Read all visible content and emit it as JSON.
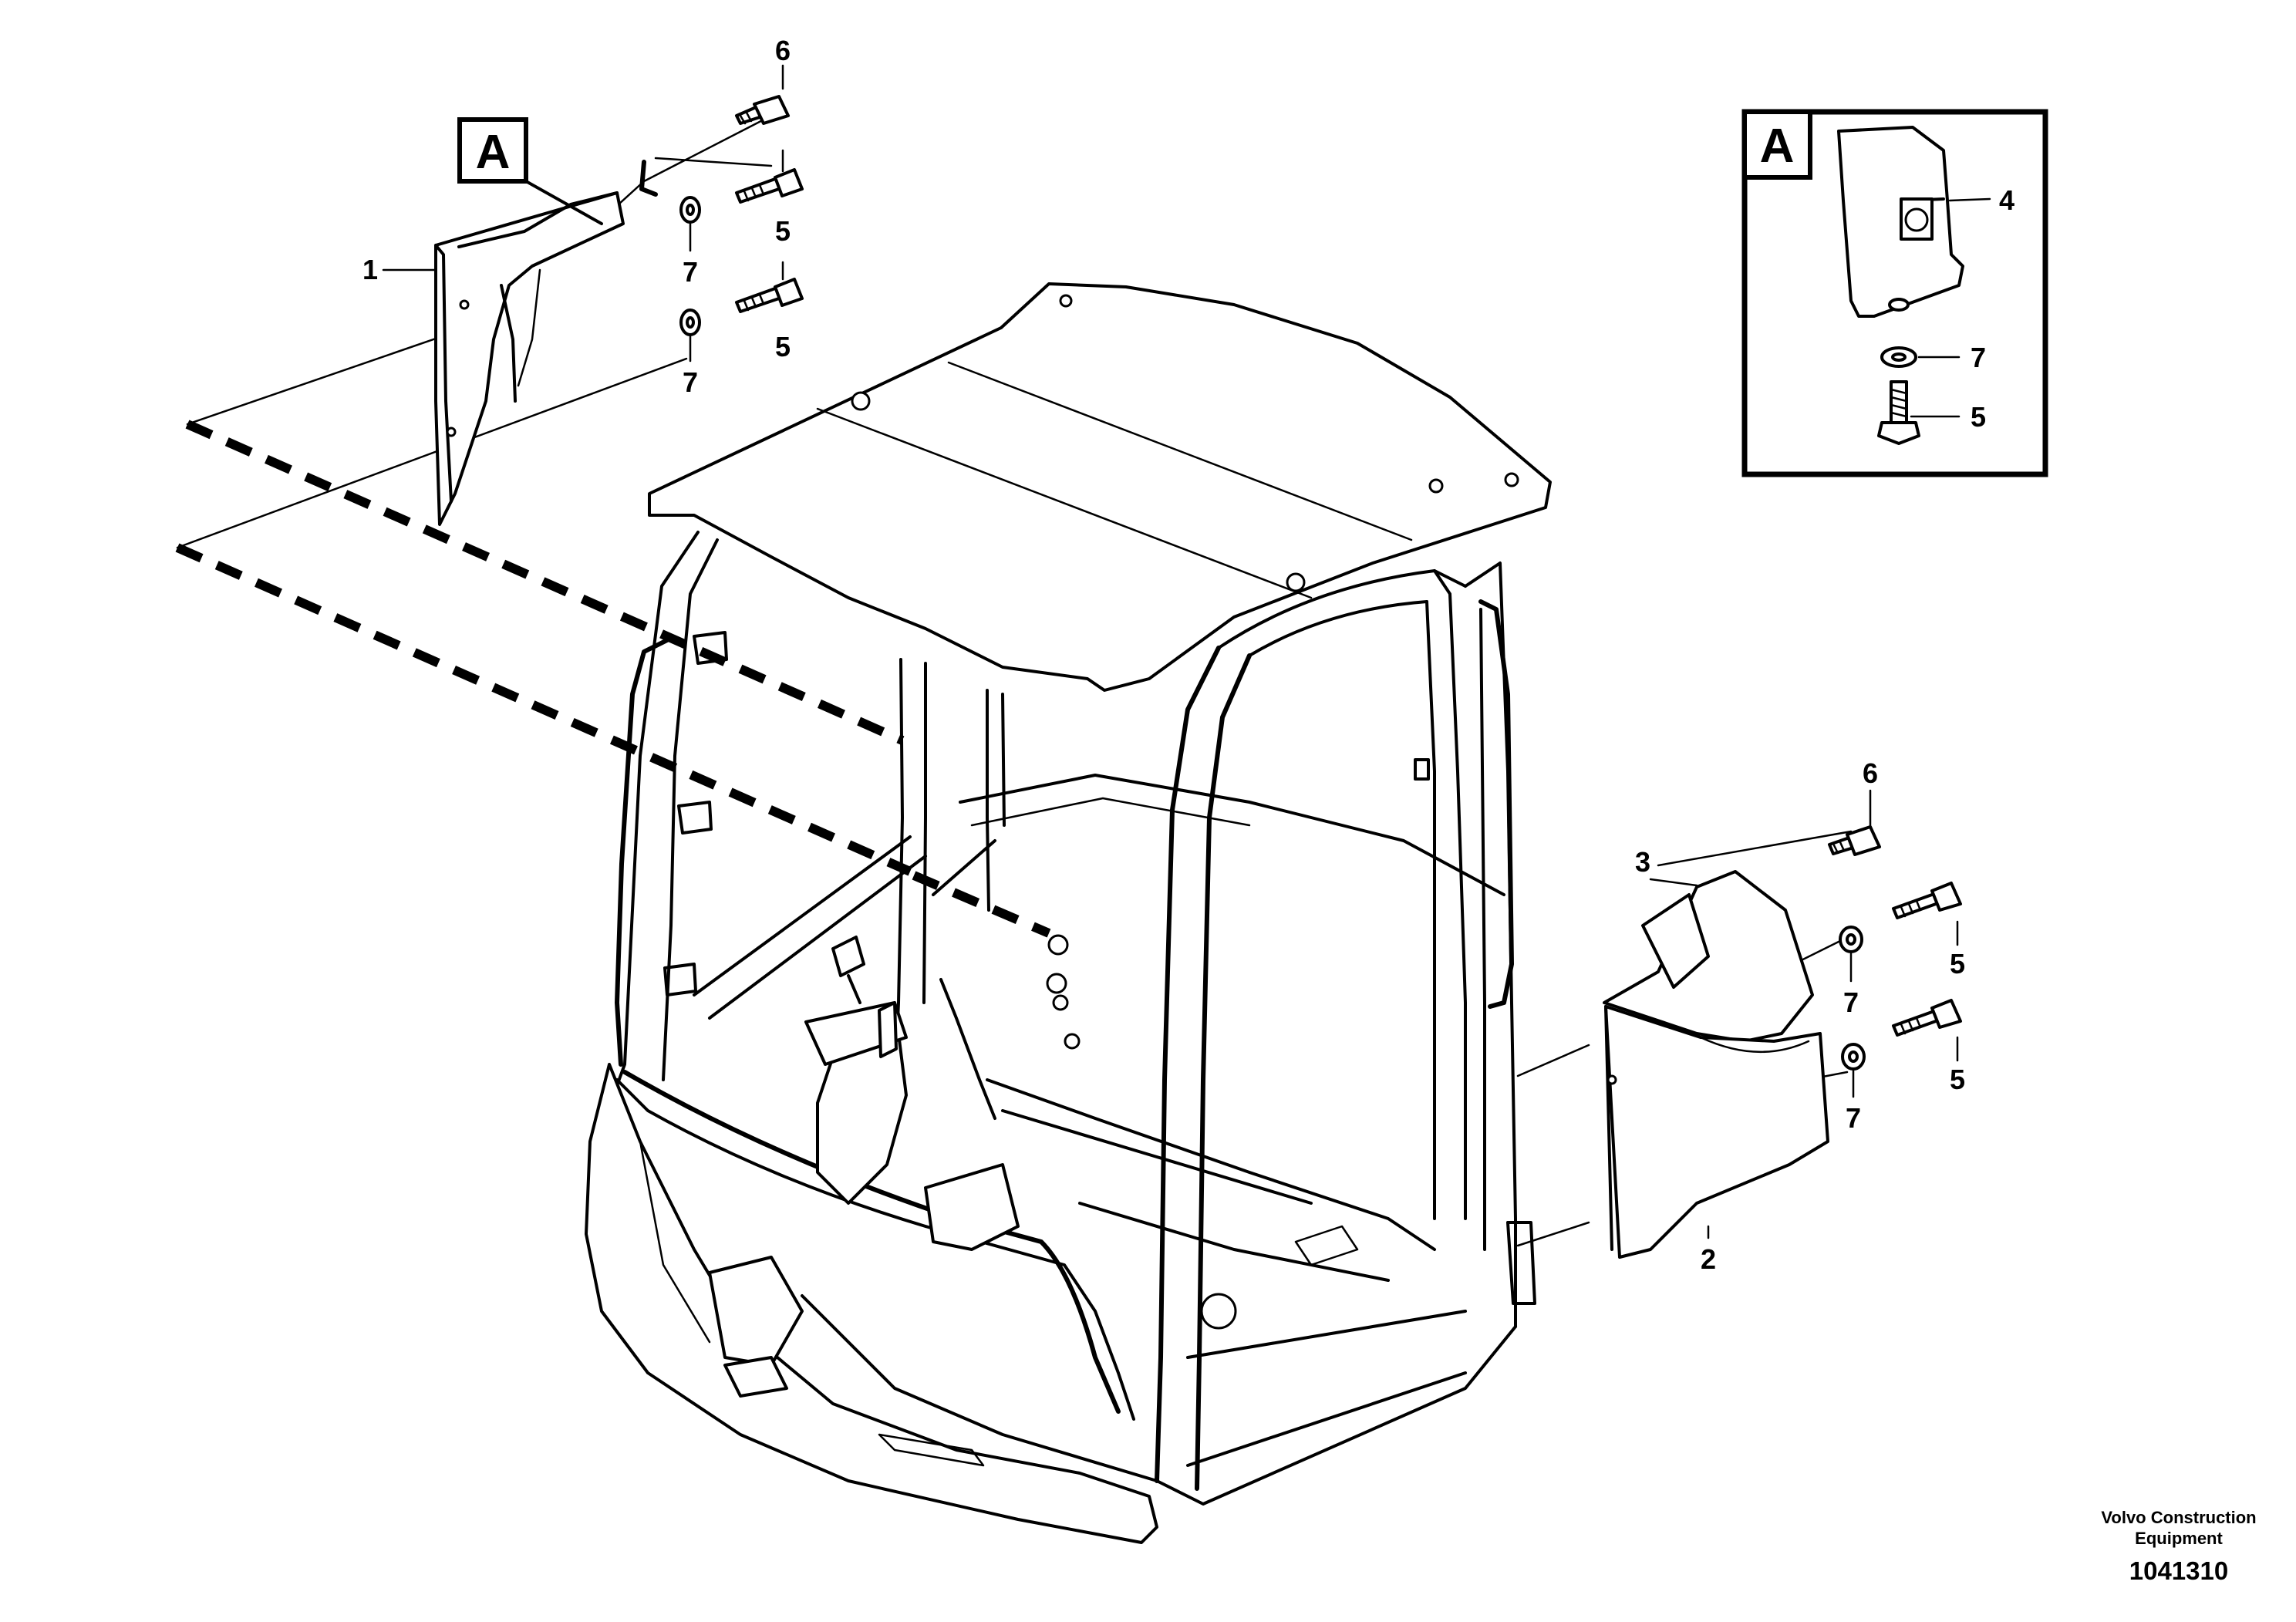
{
  "diagram": {
    "detail_view_letter": "A",
    "detail_ref_letter": "A",
    "callouts": {
      "c1": "1",
      "c2": "2",
      "c3": "3",
      "c4": "4",
      "c5a": "5",
      "c5b": "5",
      "c5c": "5",
      "c5d": "5",
      "c5e": "5",
      "c6a": "6",
      "c6b": "6",
      "c7a": "7",
      "c7b": "7",
      "c7c": "7",
      "c7d": "7",
      "c7e": "7"
    }
  },
  "footer": {
    "brand_line1": "Volvo Construction",
    "brand_line2": "Equipment",
    "document_number": "1041310"
  }
}
